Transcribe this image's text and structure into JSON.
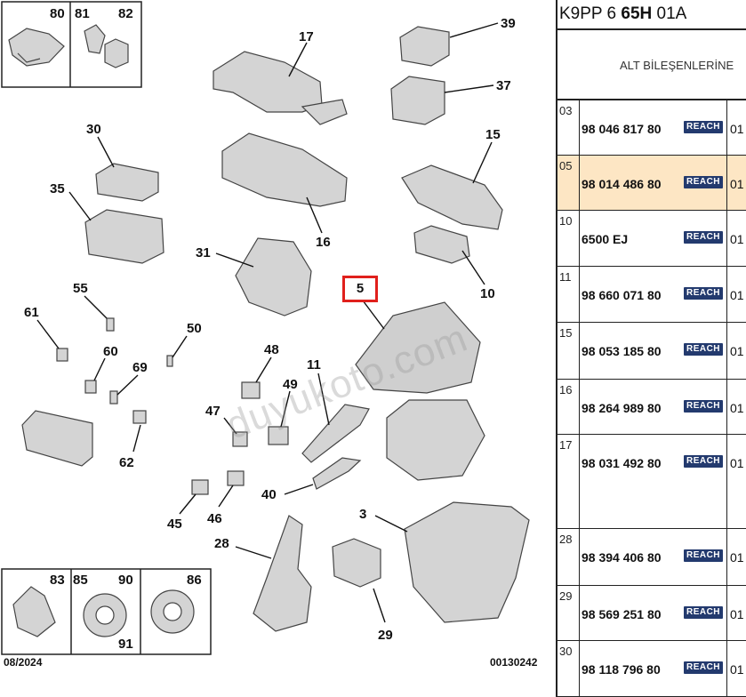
{
  "diagram": {
    "callouts": [
      "80",
      "81",
      "82",
      "17",
      "39",
      "37",
      "30",
      "35",
      "15",
      "16",
      "31",
      "10",
      "55",
      "61",
      "60",
      "50",
      "69",
      "62",
      "48",
      "49",
      "47",
      "11",
      "40",
      "45",
      "46",
      "3",
      "28",
      "29",
      "83",
      "85",
      "90",
      "86",
      "91"
    ],
    "selected_callout": "5",
    "watermark": "duyukoto.com",
    "date_code": "08/2024",
    "drawing_code": "00130242"
  },
  "panel": {
    "title_prefix": "K9PP 6 ",
    "title_bold": "65H",
    "title_suffix": " 01A",
    "subtitle": "ALT BİLEŞENLERİNE",
    "badge_label": "REACH",
    "rows": [
      {
        "num": "03",
        "ref": "98 046 817 80",
        "qty": "01"
      },
      {
        "num": "05",
        "ref": "98 014 486 80",
        "qty": "01",
        "selected": true
      },
      {
        "num": "10",
        "ref": "6500 EJ",
        "qty": "01"
      },
      {
        "num": "11",
        "ref": "98 660 071 80",
        "qty": "01"
      },
      {
        "num": "15",
        "ref": "98 053 185 80",
        "qty": "01"
      },
      {
        "num": "16",
        "ref": "98 264 989 80",
        "qty": "01"
      },
      {
        "num": "17",
        "ref": "98 031 492 80",
        "qty": "01"
      },
      {
        "num": "28",
        "ref": "98 394 406 80",
        "qty": "01"
      },
      {
        "num": "29",
        "ref": "98 569 251 80",
        "qty": "01"
      },
      {
        "num": "30",
        "ref": "98 118 796 80",
        "qty": "01"
      }
    ]
  }
}
